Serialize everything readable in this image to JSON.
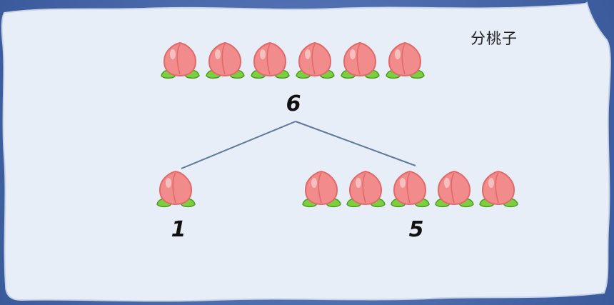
{
  "title": "分桃子",
  "total": {
    "label": "6",
    "count": 6
  },
  "parts": [
    {
      "label": "1",
      "count": 1
    },
    {
      "label": "5",
      "count": 5
    }
  ],
  "icons": {
    "peach": "peach-icon"
  },
  "colors": {
    "background": "#e8eef7",
    "border": "#3f5fa0",
    "line": "#5f7a9d",
    "peach_fill": "#f28b8b",
    "peach_stroke": "#e06a6a",
    "leaf_fill": "#7ccf3e",
    "leaf_stroke": "#4b9a21"
  }
}
